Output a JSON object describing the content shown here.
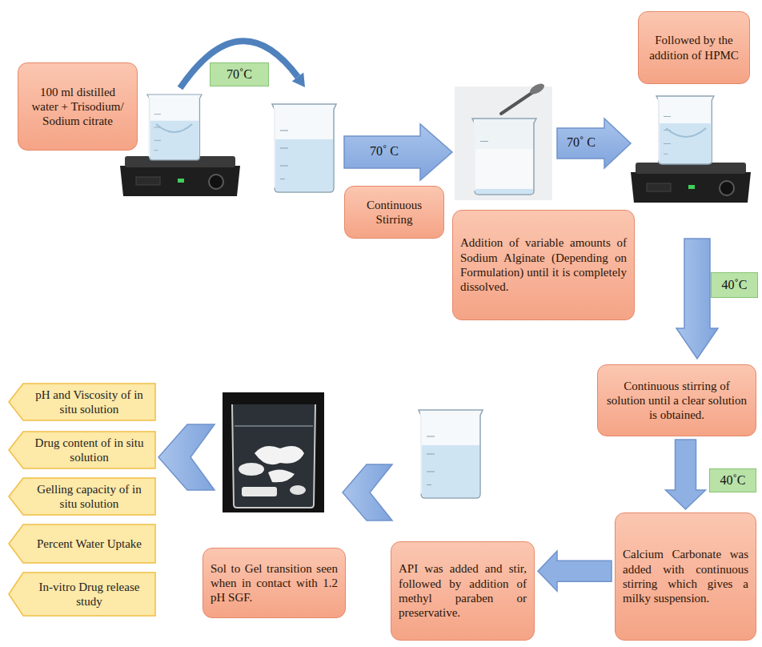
{
  "diagram": {
    "nodes": [
      {
        "text": [
          "100 ml distilled water + Trisodium/ Sodium citrate"
        ]
      },
      {
        "text": [
          "70˚C"
        ]
      },
      {
        "text": [
          "Followed by the addition of HPMC"
        ]
      },
      {
        "text": [
          "Continuous Stirring"
        ]
      },
      {
        "text": [
          "Addition of variable amounts of Sodium Alginate (Depending on Formulation) until it is completely dissolved."
        ]
      },
      {
        "text": [
          "40˚C"
        ]
      },
      {
        "text": [
          "Continuous stirring of solution until a clear solution is obtained."
        ]
      },
      {
        "text": [
          "40˚C"
        ]
      },
      {
        "text": [
          "Calcium Carbonate was added with continuous stirring which gives a milky suspension."
        ]
      },
      {
        "text": [
          "API was added and stir, followed by addition of methyl paraben or preservative."
        ]
      },
      {
        "text": [
          "Sol to Gel transition seen when in contact with 1.2 pH SGF."
        ]
      },
      {
        "text": [
          "pH and Viscosity of in situ solution"
        ]
      },
      {
        "text": [
          "Drug content of in situ solution"
        ]
      },
      {
        "text": [
          "Gelling capacity of in situ solution"
        ]
      },
      {
        "text": [
          "Percent Water Uptake"
        ]
      },
      {
        "text": [
          "In-vitro Drug release study"
        ]
      }
    ],
    "edges": [
      {
        "from": 6,
        "to": 8,
        "arrow": "to"
      },
      {
        "from": 8,
        "to": 9,
        "arrow": "to"
      }
    ],
    "labels": [
      "70˚ C",
      "70˚ C"
    ]
  }
}
